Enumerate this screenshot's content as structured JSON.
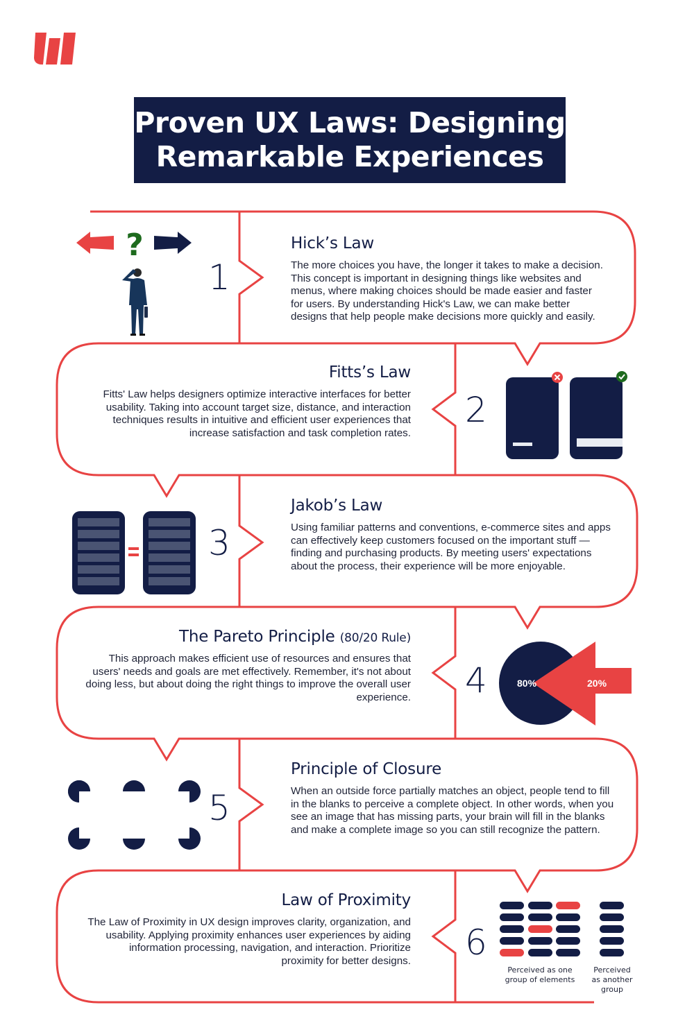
{
  "header": {
    "logo_icon": "brand-logo-icon",
    "title_line1": "Proven UX Laws: Designing",
    "title_line2": "Remarkable Experiences"
  },
  "colors": {
    "navy": "#131d45",
    "red": "#e84343",
    "green": "#1e6b1e",
    "slate": "#4a5473",
    "light": "#e9ecf2"
  },
  "laws": [
    {
      "number": "1",
      "title": "Hick’s Law",
      "body": "The more choices you have, the longer it takes to make a decision. This concept is important in designing things like websites and menus, where making choices should be made easier and faster for users. By understanding Hick's Law, we can make better designs that help people make decisions more quickly and easily.",
      "illustration": "person-choosing-direction-icon",
      "illustration_text": "?"
    },
    {
      "number": "2",
      "title": "Fitts’s Law",
      "body": "Fitts' Law helps designers optimize interactive interfaces for better usability. Taking into account target size, distance, and interaction techniques results in intuitive and efficient user experiences that increase satisfaction and task completion rates.",
      "illustration": "target-size-comparison-icon",
      "bad_badge": "✕",
      "good_badge": "✓"
    },
    {
      "number": "3",
      "title": "Jakob’s Law",
      "body": "Using familiar patterns and conventions, e-commerce sites and apps can effectively keep customers focused on the important stuff — finding and purchasing products. By meeting users' expectations about the process, their experience will be more enjoyable.",
      "illustration": "equal-layouts-icon",
      "equals_sign": "="
    },
    {
      "number": "4",
      "title": "The Pareto Principle",
      "title_suffix": "(80/20 Rule)",
      "body": "This approach makes efficient use of resources and ensures that users' needs and goals are met effectively. Remember, it's not about doing less, but about doing the right things to improve the overall user experience.",
      "illustration": "pareto-pie-arrow-icon",
      "label_major": "80%",
      "label_minor": "20%"
    },
    {
      "number": "5",
      "title": "Principle of Closure",
      "body": "When an outside force partially matches an object, people tend to fill in the blanks to perceive a complete object. In other words, when you see an image that has missing parts, your brain will fill in the blanks and make a complete image so you can still recognize the pattern.",
      "illustration": "closure-shapes-icon"
    },
    {
      "number": "6",
      "title": "Law of Proximity",
      "body": "The Law of Proximity in UX design improves clarity, organization, and usability. Applying proximity enhances user experiences by aiding information processing, navigation, and interaction. Prioritize proximity for better designs.",
      "illustration": "proximity-groups-icon",
      "caption_group1": "Perceived as one group of elements",
      "caption_group2_line1": "Perceived",
      "caption_group2_line2": "as another",
      "caption_group2_line3": "group"
    }
  ]
}
